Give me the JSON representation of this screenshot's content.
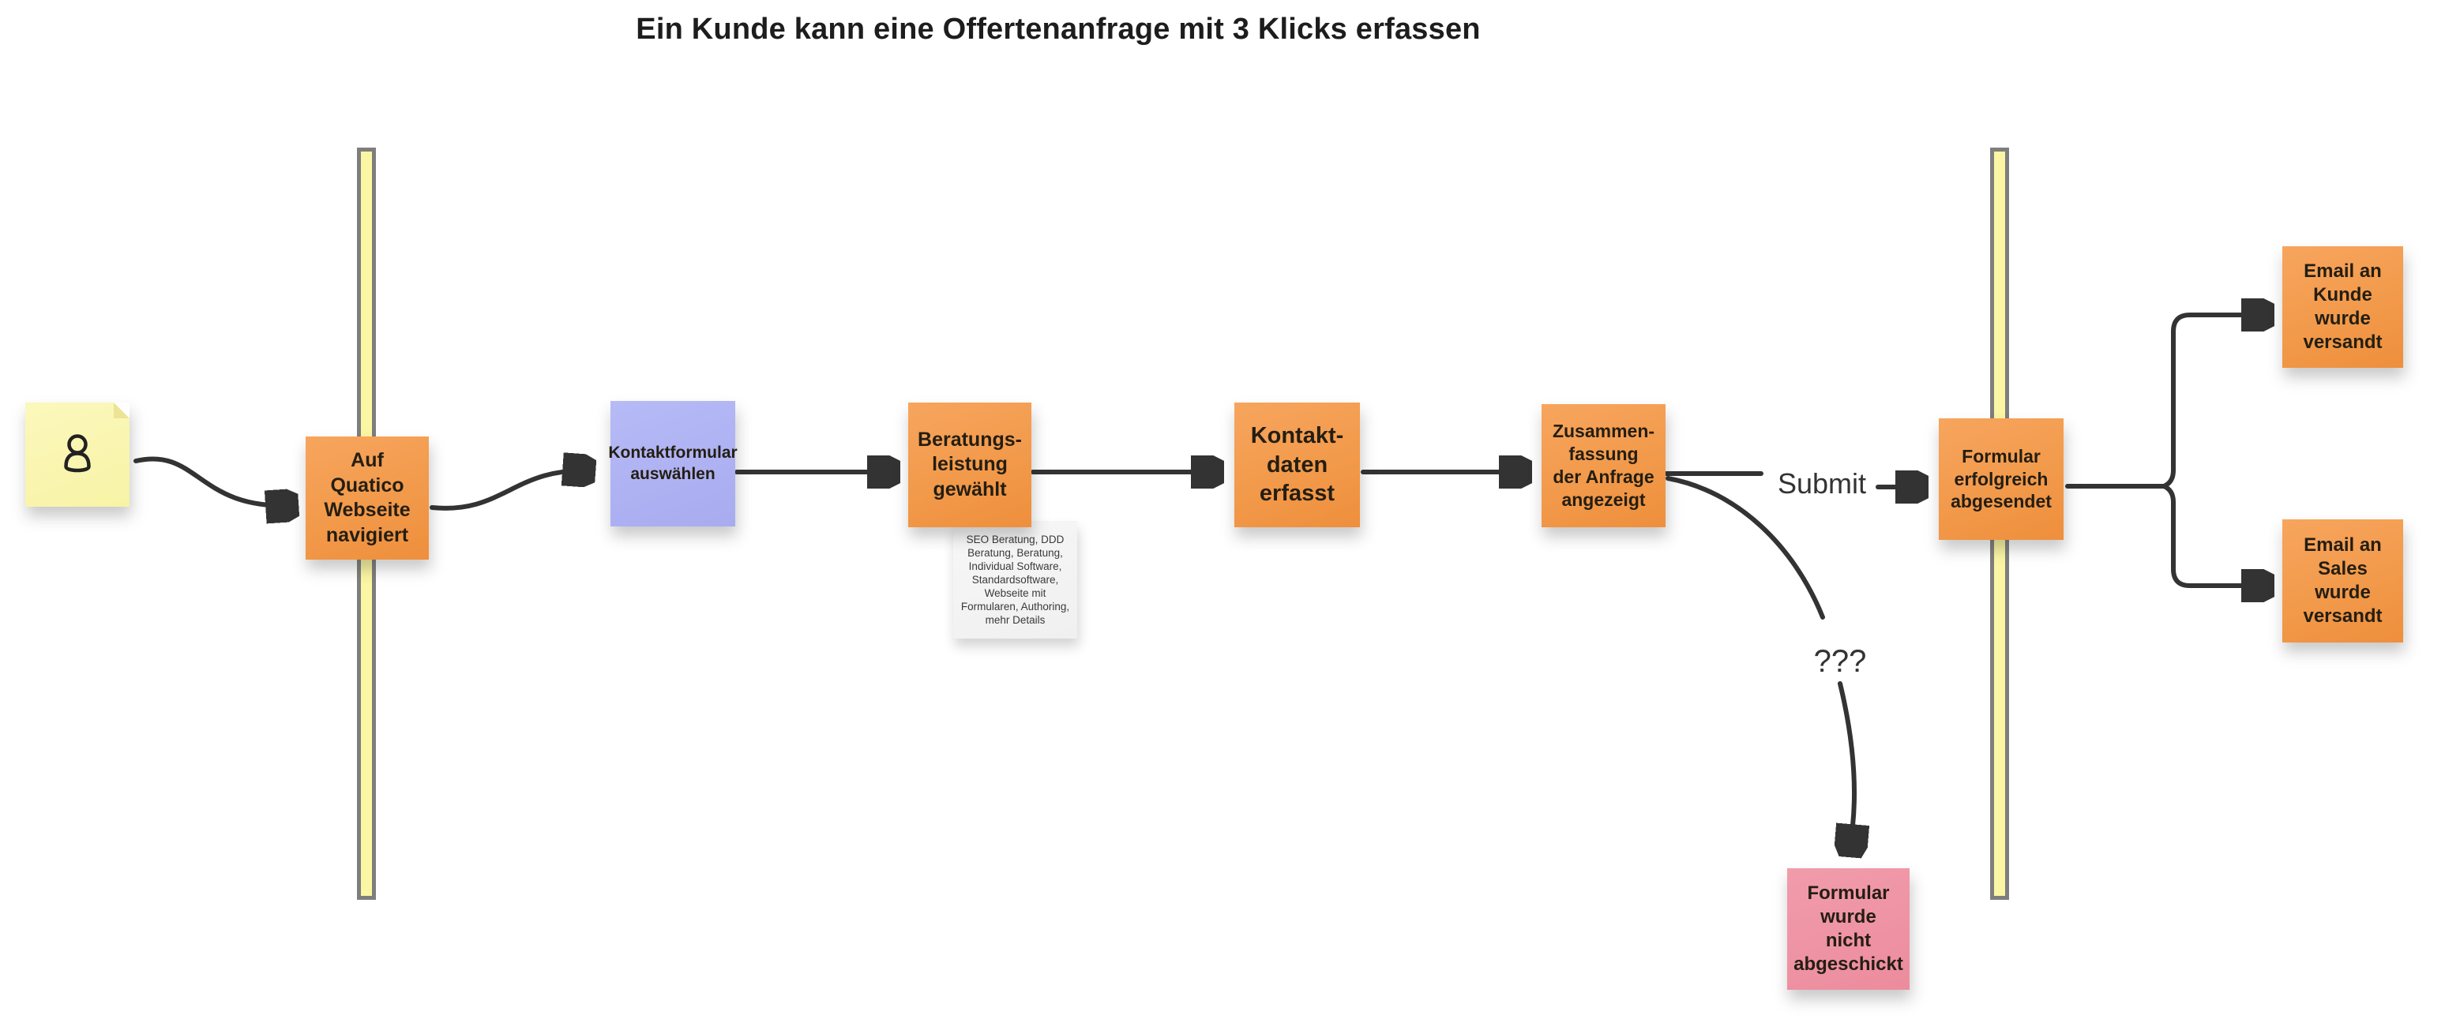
{
  "title": "Ein Kunde kann eine Offertenanfrage mit 3 Klicks erfassen",
  "labels": {
    "submit": "Submit",
    "question": "???"
  },
  "notes": {
    "actor": {
      "icon": "person-icon",
      "color": "#FAF5AE"
    },
    "navigated": {
      "text": "Auf\nQuatico\nWebseite\nnavigiert",
      "color": "#F39B4B"
    },
    "select_form": {
      "text": "Kontaktformular\nauswählen",
      "color": "#AFB3F3"
    },
    "service_selected": {
      "text": "Beratungs-\nleistung\ngewählt",
      "color": "#F39B4B"
    },
    "service_options": {
      "text": "SEO Beratung, DDD\nBeratung, Beratung,\nIndividual Software,\nStandardsoftware,\nWebseite mit\nFormularen, Authoring,\nmehr Details",
      "color": "#F4F4F4"
    },
    "contact_entered": {
      "text": "Kontakt-\ndaten\nerfasst",
      "color": "#F39B4B"
    },
    "summary_shown": {
      "text": "Zusammen-\nfassung\nder Anfrage\nangezeigt",
      "color": "#F39B4B"
    },
    "form_sent": {
      "text": "Formular\nerfolgreich\nabgesendet",
      "color": "#F39B4B"
    },
    "email_customer": {
      "text": "Email an\nKunde\nwurde\nversandt",
      "color": "#F39B4B"
    },
    "email_sales": {
      "text": "Email an\nSales\nwurde\nversandt",
      "color": "#F39B4B"
    },
    "form_not_sent": {
      "text": "Formular\nwurde\nnicht\nabgeschickt",
      "color": "#EE93A3"
    }
  },
  "colors": {
    "canvas": "#FFFFFF",
    "connector": "#333333",
    "text_dark": "#1D1D1D",
    "lane_bar_fill": "#FBF6A3",
    "lane_bar_border": "#7E7E7E"
  }
}
